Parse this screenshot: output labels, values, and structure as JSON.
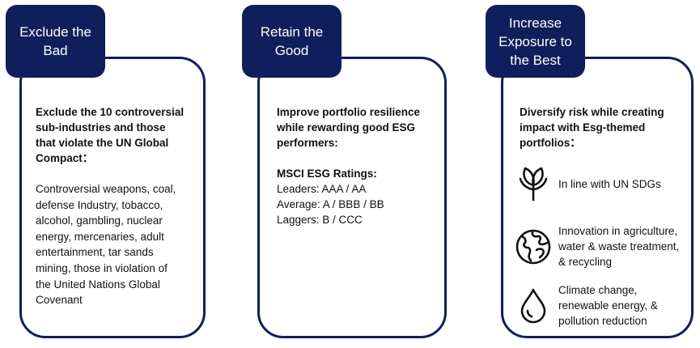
{
  "columns": [
    {
      "tab_title": "Exclude the\nBad",
      "intro": "Exclude the 10 controversial\nsub-industries and those\nthat violate the UN Global\nCompact：",
      "body": "Controversial weapons, coal,\ndefense Industry, tobacco,\nalcohol, gambling, nuclear\nenergy, mercenaries, adult\nentertainment, tar sands\nmining, those in violation of\nthe United Nations Global\nCovenant"
    },
    {
      "tab_title": "Retain the\nGood",
      "intro": "Improve portfolio resilience\nwhile rewarding good ESG\nperformers:",
      "ratings_title": "MSCI ESG Ratings:",
      "ratings": [
        "Leaders: AAA / AA",
        "Average: A / BBB / BB",
        "Laggers: B / CCC"
      ]
    },
    {
      "tab_title": "Increase\nExposure to\nthe Best",
      "intro": "Diversify risk while creating\nimpact with Esg-themed\nportfolios：",
      "items": [
        {
          "icon": "leaf-icon",
          "label": "In line with UN SDGs"
        },
        {
          "icon": "globe-icon",
          "label": "Innovation in agriculture,\nwater & waste treatment,\n& recycling"
        },
        {
          "icon": "water-drop-icon",
          "label": "Climate change,\nrenewable energy, &\npollution reduction"
        }
      ]
    }
  ],
  "colors": {
    "navy": "#0f1f5c",
    "text": "#111111",
    "background": "#ffffff"
  }
}
